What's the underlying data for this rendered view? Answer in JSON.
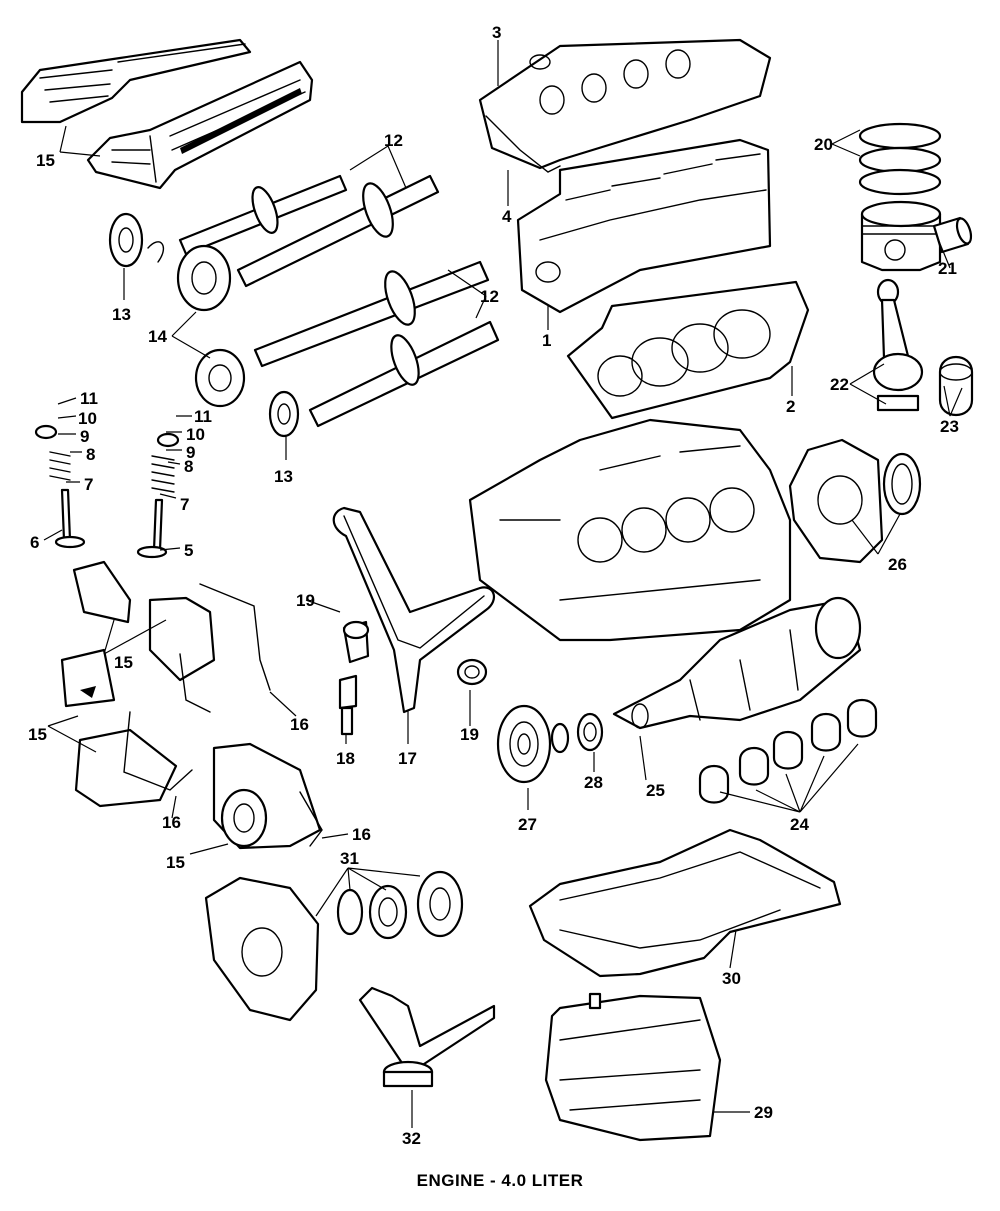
{
  "caption": "ENGINE - 4.0 LITER",
  "callouts": {
    "c1": "1",
    "c2": "2",
    "c3": "3",
    "c4": "4",
    "c5": "5",
    "c6": "6",
    "c7a": "7",
    "c7b": "7",
    "c8a": "8",
    "c8b": "8",
    "c9a": "9",
    "c9b": "9",
    "c10a": "10",
    "c10b": "10",
    "c11a": "11",
    "c11b": "11",
    "c12a": "12",
    "c12b": "12",
    "c13a": "13",
    "c13b": "13",
    "c14": "14",
    "c15a": "15",
    "c15b": "15",
    "c15c": "15",
    "c15d": "15",
    "c16a": "16",
    "c16b": "16",
    "c16c": "16",
    "c17": "17",
    "c18": "18",
    "c19a": "19",
    "c19b": "19",
    "c20": "20",
    "c21": "21",
    "c22": "22",
    "c23": "23",
    "c24": "24",
    "c25": "25",
    "c26": "26",
    "c27": "27",
    "c28": "28",
    "c29": "29",
    "c30": "30",
    "c31": "31",
    "c32": "32"
  }
}
